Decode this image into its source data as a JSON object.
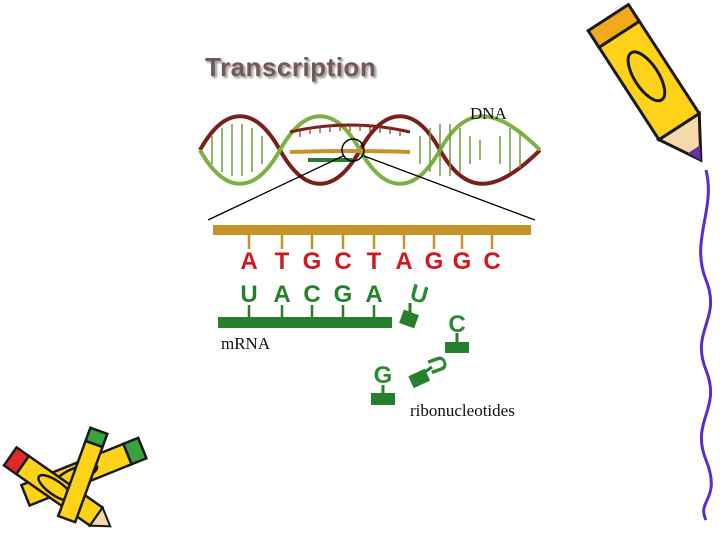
{
  "title": "Transcription",
  "labels": {
    "dna": "DNA",
    "mrna": "mRNA",
    "ribonucleotides": "ribonucleotides"
  },
  "dna_bases": [
    "A",
    "T",
    "G",
    "C",
    "T",
    "A",
    "G",
    "G",
    "C"
  ],
  "mrna_bases": [
    "U",
    "A",
    "C",
    "G",
    "A"
  ],
  "free_ribonucleotides": [
    "U",
    "C",
    "U",
    "G"
  ],
  "colors": {
    "dna_strand": "#c8922a",
    "dna_bases": "#d6161d",
    "rna": "#267f2a",
    "helix_dark": "#7a1f1a",
    "helix_light": "#7fb043"
  },
  "icons": [
    "pencil-icon",
    "crayons-clipart-icon"
  ]
}
